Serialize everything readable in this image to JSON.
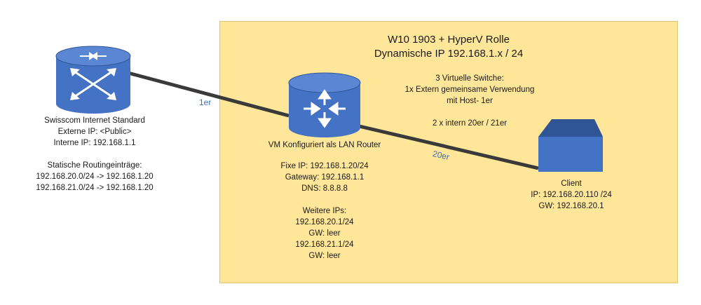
{
  "zone": {
    "title_line1": "W10 1903 + HyperV Rolle",
    "title_line2": "Dynamische IP 192.168.1.x / 24",
    "switch_info": [
      "3 Virtuelle Switche:",
      "1x Extern gemeinsame Verwendung",
      "mit Host- 1er",
      "",
      "2 x intern 20er / 21er"
    ]
  },
  "isp_router": {
    "lines": [
      "Swisscom Internet Standard",
      "Externe IP: <Public>",
      "Interne IP: 192.168.1.1",
      "",
      "Statische Routingeinträge:",
      "192.168.20.0/24 -> 192.168.1.20",
      "192.168.21.0/24 -> 192.168.1.20"
    ]
  },
  "vm_router": {
    "title": "VM Konfiguriert als LAN Router",
    "lines": [
      "Fixe IP: 192.168.1.20/24",
      "Gateway: 192.168.1.1",
      "DNS: 8.8.8.8",
      "",
      "Weitere IPs:",
      "192.168.20.1/24",
      "GW: leer",
      "192.168.21.1/24",
      "GW: leer"
    ]
  },
  "client": {
    "lines": [
      "Client",
      "IP: 192.168.20.110 /24",
      "GW: 192.168.20.1"
    ]
  },
  "links": {
    "isp_vm_label": "1er",
    "vm_client_label": "20er"
  },
  "colors": {
    "zone_fill": "#ffe699",
    "device_fill": "#4472c4",
    "device_dark": "#2f5597",
    "link_stroke": "#3a3a3a",
    "link_label": "#3d6fb5"
  }
}
